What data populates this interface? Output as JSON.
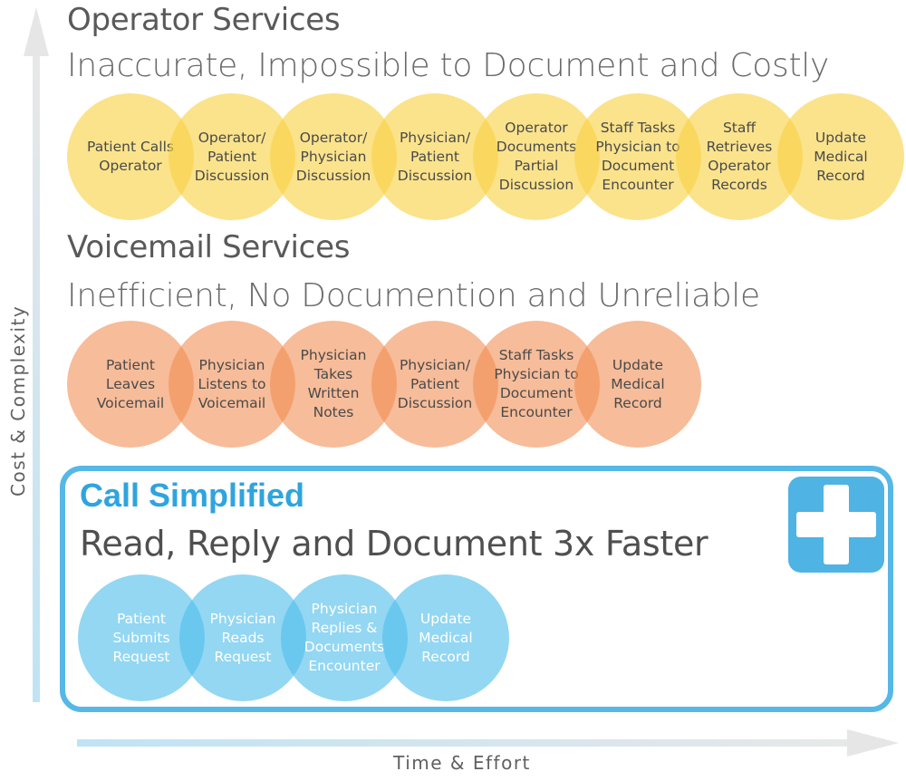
{
  "operator": {
    "title": "Operator Services",
    "subtitle": "Inaccurate, Impossible to Document and Costly",
    "steps": [
      "Patient Calls\nOperator",
      "Operator/\nPatient\nDiscussion",
      "Operator/\nPhysician\nDiscussion",
      "Physician/\nPatient\nDiscussion",
      "Operator\nDocuments\nPartial\nDiscussion",
      "Staff Tasks\nPhysician to\nDocument\nEncounter",
      "Staff\nRetrieves\nOperator\nRecords",
      "Update\nMedical\nRecord"
    ]
  },
  "voicemail": {
    "title": "Voicemail Services",
    "subtitle": "Inefficient, No Documention and Unreliable",
    "steps": [
      "Patient\nLeaves\nVoicemail",
      "Physician\nListens to\nVoicemail",
      "Physician\nTakes\nWritten\nNotes",
      "Physician/\nPatient\nDiscussion",
      "Staff Tasks\nPhysician to\nDocument\nEncounter",
      "Update\nMedical\nRecord"
    ]
  },
  "call_simplified": {
    "title": "Call Simplified",
    "subtitle": "Read, Reply and Document 3x Faster",
    "steps": [
      "Patient\nSubmits\nRequest",
      "Physician\nReads\nRequest",
      "Physician\nReplies &\nDocuments\nEncounter",
      "Update\nMedical\nRecord"
    ]
  },
  "axes": {
    "y_label": "Cost & Complexity",
    "x_label": "Time & Effort"
  },
  "colors": {
    "operator": "#f8d246",
    "voicemail": "#f28c50",
    "call_simplified": "#2fa4de",
    "axis": "#c8e6f5"
  },
  "icons": {
    "logo": "medical-cross-icon"
  }
}
